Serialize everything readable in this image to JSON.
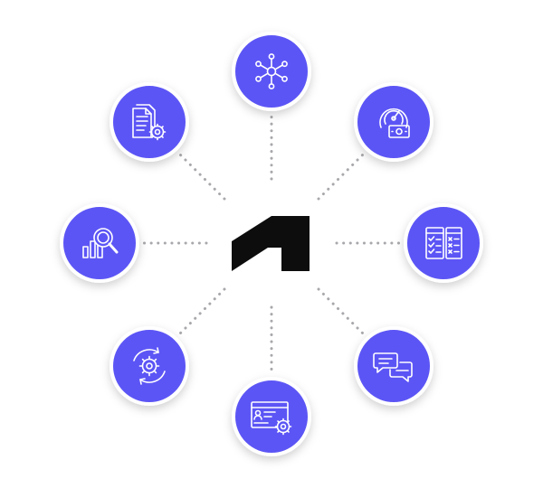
{
  "colors": {
    "accent": "#5b55f5",
    "connector": "#a8a8ac",
    "logo": "#0d0d0d",
    "background": "#ffffff"
  },
  "center": {
    "logo": "company-logo"
  },
  "nodes": [
    {
      "id": "integrations",
      "icon": "network-hub-icon"
    },
    {
      "id": "pricing",
      "icon": "gauge-money-icon"
    },
    {
      "id": "checklist",
      "icon": "checklist-forms-icon"
    },
    {
      "id": "communication",
      "icon": "chat-bubbles-icon"
    },
    {
      "id": "user-settings",
      "icon": "user-profile-gear-icon"
    },
    {
      "id": "automation",
      "icon": "gear-cycle-icon"
    },
    {
      "id": "analytics",
      "icon": "chart-magnifier-icon"
    },
    {
      "id": "document-settings",
      "icon": "documents-gear-icon"
    }
  ]
}
